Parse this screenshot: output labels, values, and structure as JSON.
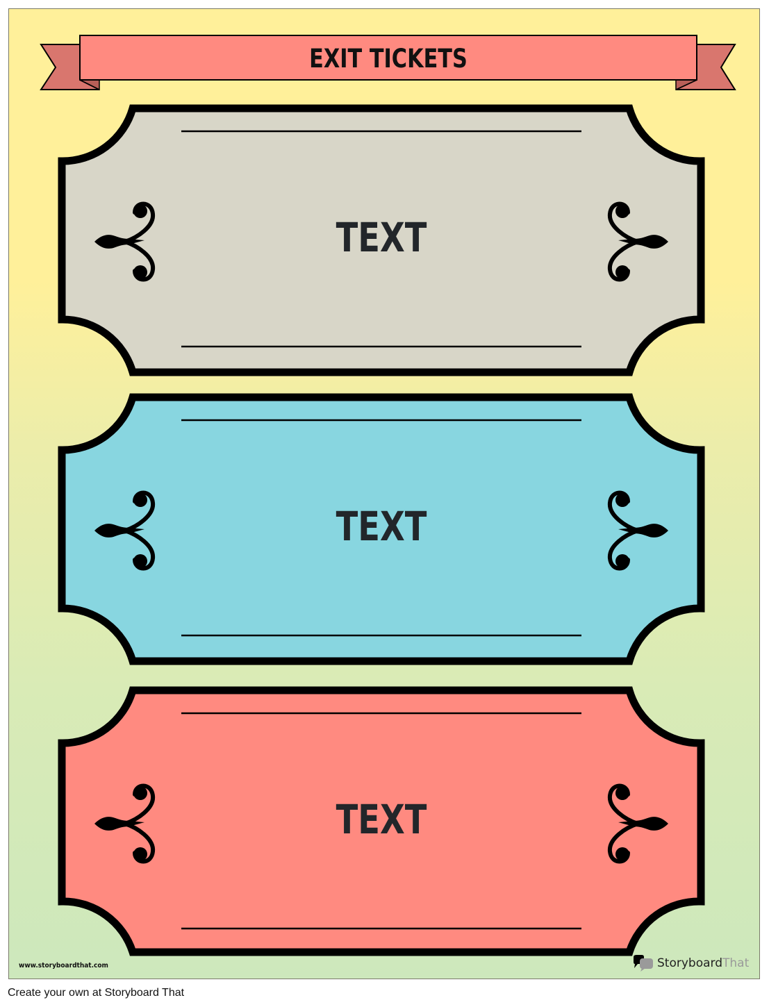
{
  "banner": {
    "title": "EXIT TICKETS",
    "fill": "#ff8a80",
    "tail_fill": "#d9766e"
  },
  "tickets": [
    {
      "text": "TEXT",
      "fill": "#d8d6c8"
    },
    {
      "text": "TEXT",
      "fill": "#88d6e0"
    },
    {
      "text": "TEXT",
      "fill": "#ff8a80"
    }
  ],
  "footer": {
    "url": "www.storyboardthat.com",
    "brand_primary": "Storyboard",
    "brand_secondary": "That"
  },
  "caption": "Create your own at Storyboard That",
  "colors": {
    "background_top": "#fff09a",
    "background_bottom": "#cde8bc",
    "outline": "#000000"
  }
}
